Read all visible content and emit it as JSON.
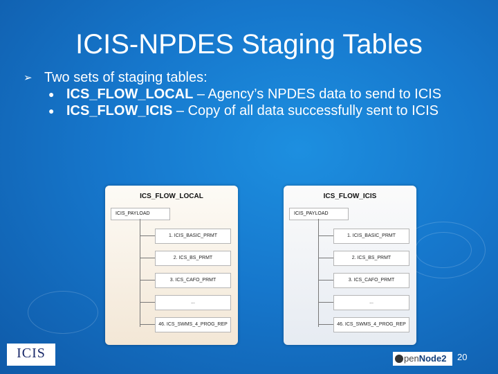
{
  "slide": {
    "title": "ICIS-NPDES Staging Tables",
    "page_number": "20"
  },
  "bullets": {
    "main": "Two sets of staging tables:",
    "sub": [
      {
        "name": "ICS_FLOW_LOCAL",
        "desc": " – Agency’s NPDES data to send to ICIS"
      },
      {
        "name": "ICS_FLOW_ICIS",
        "desc": " – Copy of all data successfully sent to ICIS"
      }
    ]
  },
  "diagrams": {
    "left": {
      "title": "ICS_FLOW_LOCAL",
      "root": "ICIS_PAYLOAD",
      "children": [
        "1. ICIS_BASIC_PRMT",
        "2. ICS_BS_PRMT",
        "3. ICS_CAFO_PRMT",
        "...",
        "46. ICS_SWMS_4_PROG_REP"
      ]
    },
    "right": {
      "title": "ICS_FLOW_ICIS",
      "root": "ICIS_PAYLOAD",
      "children": [
        "1. ICIS_BASIC_PRMT",
        "2. ICS_BS_PRMT",
        "3. ICS_CAFO_PRMT",
        "...",
        "46. ICS_SWMS_4_PROG_REP"
      ]
    }
  },
  "logos": {
    "icis": "ICIS",
    "opennode_a": "pen",
    "opennode_b": "Node2"
  },
  "colors": {
    "background": "#1677cc",
    "text": "#ffffff"
  }
}
